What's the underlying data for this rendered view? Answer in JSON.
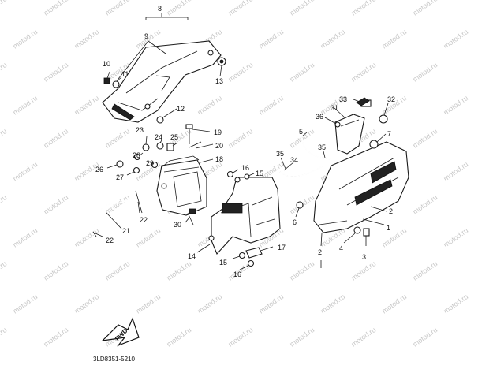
{
  "diagram": {
    "catalog_code": "3LD8351-5210",
    "watermark": "motod.ru",
    "fwd_label": "FWD",
    "callouts": [
      "1",
      "2",
      "2",
      "3",
      "4",
      "5",
      "6",
      "7",
      "8",
      "9",
      "10",
      "11",
      "12",
      "13",
      "14",
      "15",
      "15",
      "16",
      "16",
      "17",
      "18",
      "19",
      "20",
      "21",
      "22",
      "22",
      "23",
      "24",
      "25",
      "26",
      "27",
      "28",
      "29",
      "30",
      "31",
      "32",
      "33",
      "34",
      "35",
      "35",
      "36"
    ]
  }
}
